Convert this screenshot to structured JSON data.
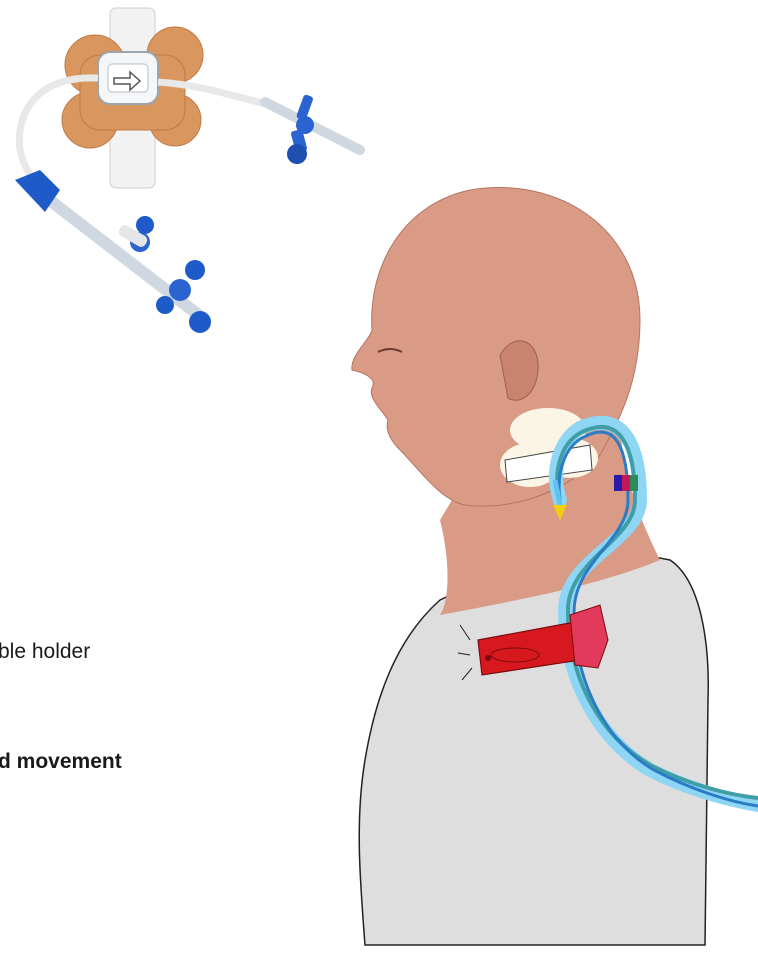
{
  "text": {
    "holder_fragment": "ble holder",
    "movement_fragment": "d movement"
  },
  "colors": {
    "skin": "#d99a86",
    "shirt": "#dedede",
    "catheter_blue": "#5fc3ee",
    "catheter_teal": "#3f9ea6",
    "strap_red": "#d7191f",
    "connector_blue": "#1f5bc8",
    "adhesive_pad": "#d9965e"
  },
  "icons": {
    "device": "catheter-securement-device-photo",
    "figure": "patient-with-neck-catheter-illustration"
  }
}
